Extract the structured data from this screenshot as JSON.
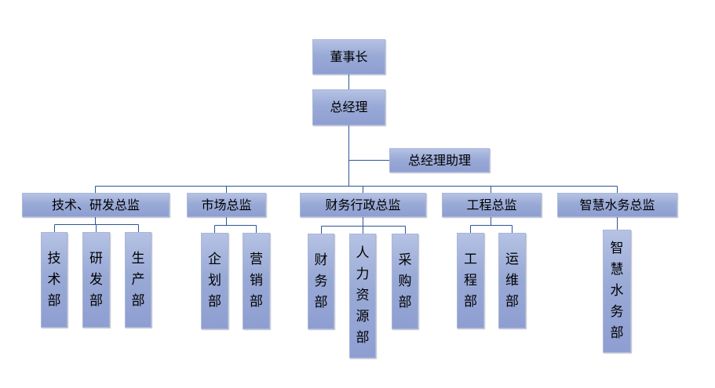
{
  "org_chart": {
    "chairman": {
      "label": "董事长"
    },
    "general_manager": {
      "label": "总经理"
    },
    "gm_assistant": {
      "label": "总经理助理"
    },
    "directors": [
      {
        "label": "技术、研发总监",
        "departments": [
          {
            "label": "技术部"
          },
          {
            "label": "研发部"
          },
          {
            "label": "生产部"
          }
        ]
      },
      {
        "label": "市场总监",
        "departments": [
          {
            "label": "企划部"
          },
          {
            "label": "营销部"
          }
        ]
      },
      {
        "label": "财务行政总监",
        "departments": [
          {
            "label": "财务部"
          },
          {
            "label": "人力资源部"
          },
          {
            "label": "采购部"
          }
        ]
      },
      {
        "label": "工程总监",
        "departments": [
          {
            "label": "工程部"
          },
          {
            "label": "运维部"
          }
        ]
      },
      {
        "label": "智慧水务总监",
        "departments": [
          {
            "label": "智慧水务部"
          }
        ]
      }
    ]
  }
}
